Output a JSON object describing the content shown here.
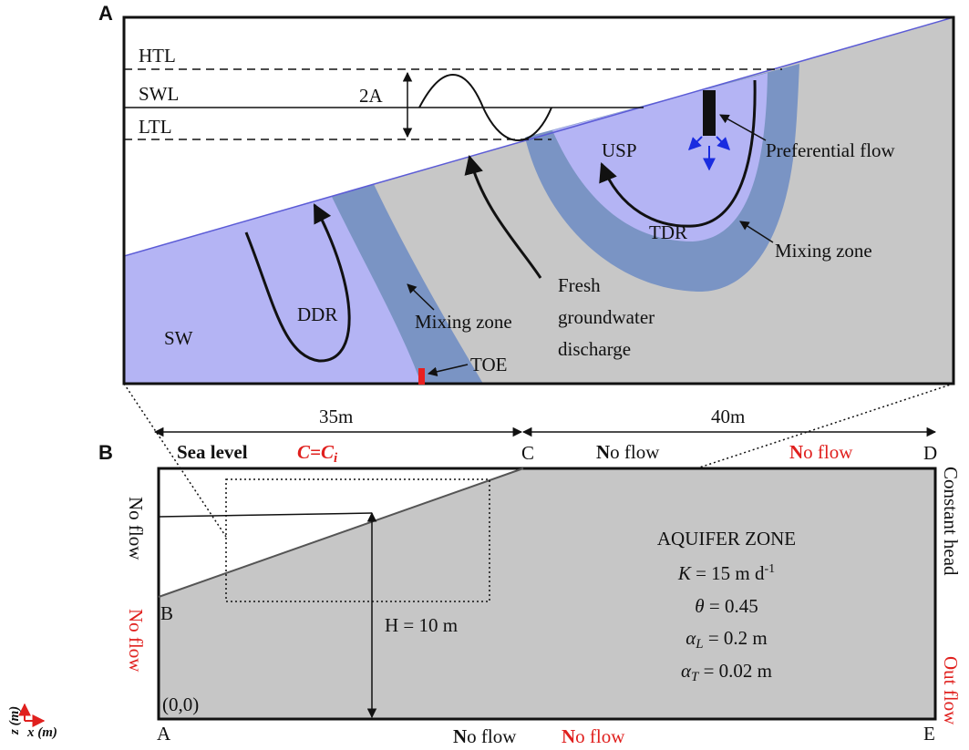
{
  "panel_a": {
    "label": "A",
    "tide": {
      "high": "HTL",
      "still": "SWL",
      "low": "LTL",
      "amplitude": "2A"
    },
    "zones": {
      "seawater": "SW",
      "deep_recirculation": "DDR",
      "upper_saline_plume": "USP",
      "tidal_recirculation": "TDR",
      "toe": "TOE"
    },
    "annotations": {
      "preferential_flow": "Preferential flow",
      "mixing_zone_upper": "Mixing zone",
      "mixing_zone_lower": "Mixing zone",
      "fresh_discharge": [
        "Fresh",
        "groundwater",
        "discharge"
      ]
    },
    "colors": {
      "seawater": "#b4b4f4",
      "mixing": "#7a94c4",
      "aquifer": "#c7c7c7",
      "toe": "#e82020",
      "arrows_blue": "#1a2ce0"
    }
  },
  "panel_b": {
    "label": "B",
    "dimensions": {
      "left_span": "35m",
      "right_span": "40m",
      "height": "H = 10 m"
    },
    "corners": {
      "A": "A",
      "B": "B",
      "C": "C",
      "D": "D",
      "E": "E",
      "origin": "(0,0)"
    },
    "top_boundary": {
      "sea_level": "Sea level",
      "concentration": {
        "var": "C",
        "eq": "=",
        "sub_var": "C",
        "sub": "i"
      },
      "no_flow_black": {
        "cap": "N",
        "rest": "o flow"
      },
      "no_flow_red": {
        "cap": "N",
        "rest": "o flow"
      }
    },
    "bottom_boundary": {
      "no_flow_black": {
        "cap": "N",
        "rest": "o flow"
      },
      "no_flow_red": {
        "cap": "N",
        "rest": "o flow"
      }
    },
    "left_boundary": {
      "black": "No flow",
      "red": "No flow"
    },
    "right_boundary": {
      "black": "Constant head",
      "red": "Out flow"
    },
    "aquifer": {
      "title": "AQUIFER ZONE",
      "K": {
        "sym": "K",
        "rest": " = 15 m d",
        "sup": "-1"
      },
      "theta": {
        "sym": "θ",
        "rest": " = 0.45"
      },
      "alpha_L": {
        "sym": "α",
        "sub": "L",
        "rest": " = 0.2 m"
      },
      "alpha_T": {
        "sym": "α",
        "sub": "T",
        "rest": " = 0.02 m"
      }
    },
    "axes": {
      "x": "x (m)",
      "z": "z (m)"
    },
    "colors": {
      "aquifer": "#c6c6c6",
      "red": "#e0201e"
    }
  }
}
